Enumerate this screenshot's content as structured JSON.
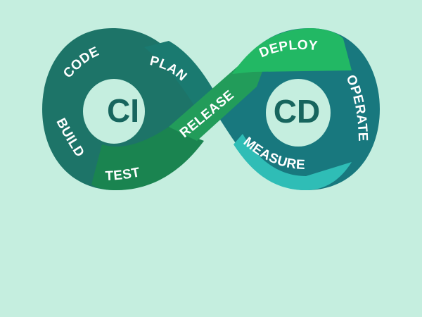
{
  "diagram": {
    "ci_label": "CI",
    "cd_label": "CD",
    "stages": {
      "code": "CODE",
      "plan": "PLAN",
      "build": "BUILD",
      "test": "TEST",
      "release": "RELEASE",
      "deploy": "DEPLOY",
      "operate": "OPERATE",
      "measure": "MEASURE"
    },
    "colors": {
      "background": "#c5eedf",
      "hub_fill": "#c5eedf",
      "hub_text": "#17655e",
      "code_build": "#1d7468",
      "plan": "#1a7a70",
      "test": "#1a8450",
      "release": "#229c5a",
      "deploy": "#22b864",
      "operate": "#18787e",
      "measure": "#2fbdb6"
    }
  }
}
